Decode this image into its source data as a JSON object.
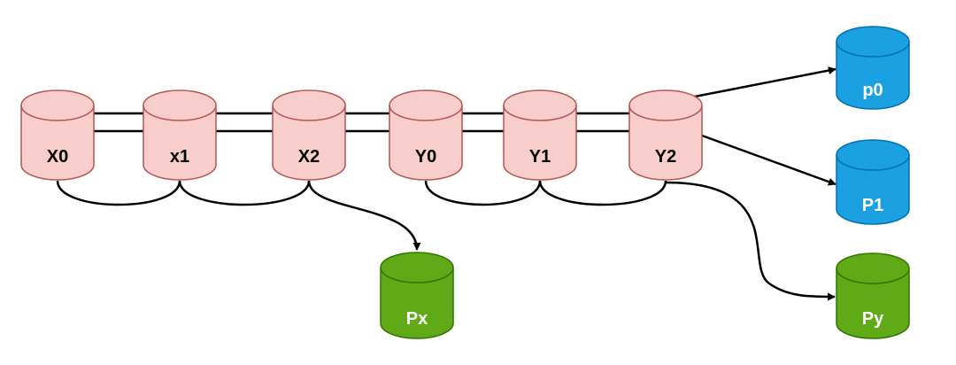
{
  "diagram": {
    "colors": {
      "pink_fill": "#f8cecc",
      "pink_stroke": "#b85450",
      "blue_fill": "#1ba1e2",
      "blue_stroke": "#006eaf",
      "green_fill": "#60a917",
      "green_stroke": "#2d7600",
      "line": "#000000"
    },
    "nodes": [
      {
        "id": "x0",
        "label": "X0",
        "style": "pink"
      },
      {
        "id": "x1",
        "label": "x1",
        "style": "pink"
      },
      {
        "id": "x2",
        "label": "X2",
        "style": "pink"
      },
      {
        "id": "y0",
        "label": "Y0",
        "style": "pink"
      },
      {
        "id": "y1",
        "label": "Y1",
        "style": "pink"
      },
      {
        "id": "y2",
        "label": "Y2",
        "style": "pink"
      },
      {
        "id": "p0",
        "label": "p0",
        "style": "blue"
      },
      {
        "id": "p1",
        "label": "P1",
        "style": "blue"
      },
      {
        "id": "px",
        "label": "Px",
        "style": "green"
      },
      {
        "id": "py",
        "label": "Py",
        "style": "green"
      }
    ],
    "edges": [
      {
        "from": "x0",
        "to": "x1",
        "kind": "double-line"
      },
      {
        "from": "x1",
        "to": "x2",
        "kind": "double-line"
      },
      {
        "from": "x2",
        "to": "y0",
        "kind": "double-line"
      },
      {
        "from": "y0",
        "to": "y1",
        "kind": "double-line"
      },
      {
        "from": "y1",
        "to": "y2",
        "kind": "double-line"
      },
      {
        "from": "x0",
        "to": "x1",
        "kind": "curve"
      },
      {
        "from": "x1",
        "to": "x2",
        "kind": "curve"
      },
      {
        "from": "y0",
        "to": "y1",
        "kind": "curve"
      },
      {
        "from": "y1",
        "to": "y2",
        "kind": "curve"
      },
      {
        "from": "x2",
        "to": "px",
        "kind": "arrow"
      },
      {
        "from": "y2",
        "to": "py",
        "kind": "arrow"
      },
      {
        "from": "y2",
        "to": "p0",
        "kind": "arrow"
      },
      {
        "from": "y2",
        "to": "p1",
        "kind": "arrow"
      }
    ]
  }
}
